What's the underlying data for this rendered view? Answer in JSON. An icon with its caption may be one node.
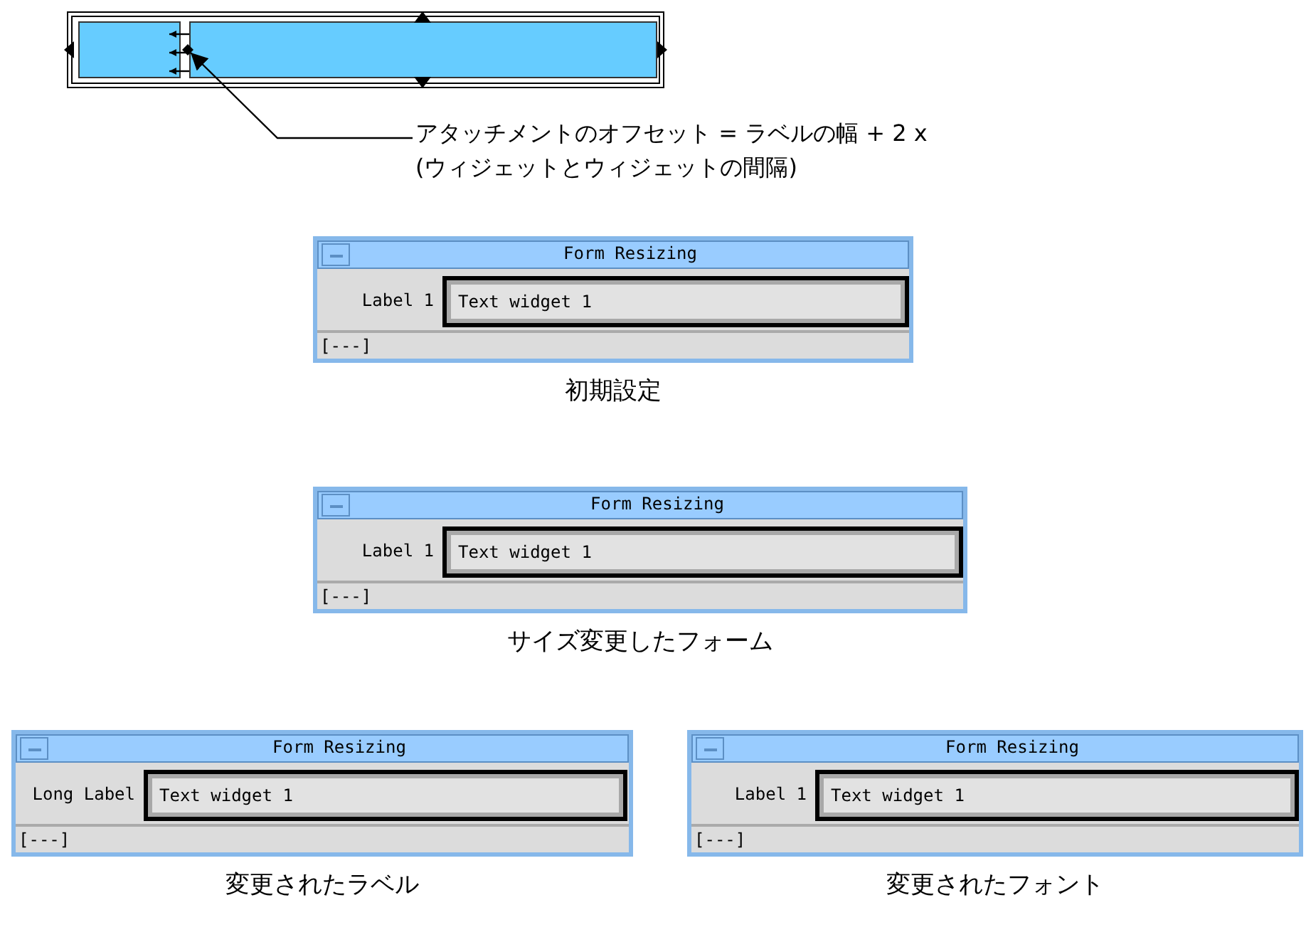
{
  "diagram": {
    "nodes": [
      {
        "text": [],
        "shape": "box"
      },
      {
        "text": [],
        "shape": "box",
        "in": 0
      },
      {
        "text": [],
        "shape": "box",
        "in": 0
      },
      {
        "text": [
          "アタッチメントのオフセット = ラベルの幅 + 2 x (ウィジェットとウィジェットの間隔)"
        ]
      },
      {
        "text": [
          "Form Resizing",
          "Label 1",
          "[---]"
        ],
        "beside": [
          "初期設定"
        ]
      },
      {
        "text": [
          "Text widget 1"
        ],
        "in": 4
      },
      {
        "text": [
          "Form Resizing",
          "Label 1",
          "[---]"
        ],
        "beside": [
          "サイズ変更したフォーム"
        ]
      },
      {
        "text": [
          "Text widget 1"
        ],
        "in": 6
      },
      {
        "text": [
          "Form Resizing",
          "Long Label",
          "[---]"
        ],
        "beside": [
          "変更されたラベル"
        ]
      },
      {
        "text": [
          "Text widget 1"
        ],
        "in": 8
      },
      {
        "text": [
          "Form Resizing",
          "Label 1",
          "[---]"
        ],
        "beside": [
          "変更されたフォント"
        ]
      },
      {
        "text": [
          "Text widget 1"
        ],
        "in": 10
      }
    ],
    "edges": [
      {
        "from": 3,
        "to": 2,
        "arrow": "to"
      },
      {
        "from": 2,
        "to": 1,
        "arrow": "to"
      },
      {
        "from": 2,
        "to": 1,
        "arrow": "to"
      },
      {
        "from": 2,
        "to": 1,
        "arrow": "to"
      }
    ]
  }
}
